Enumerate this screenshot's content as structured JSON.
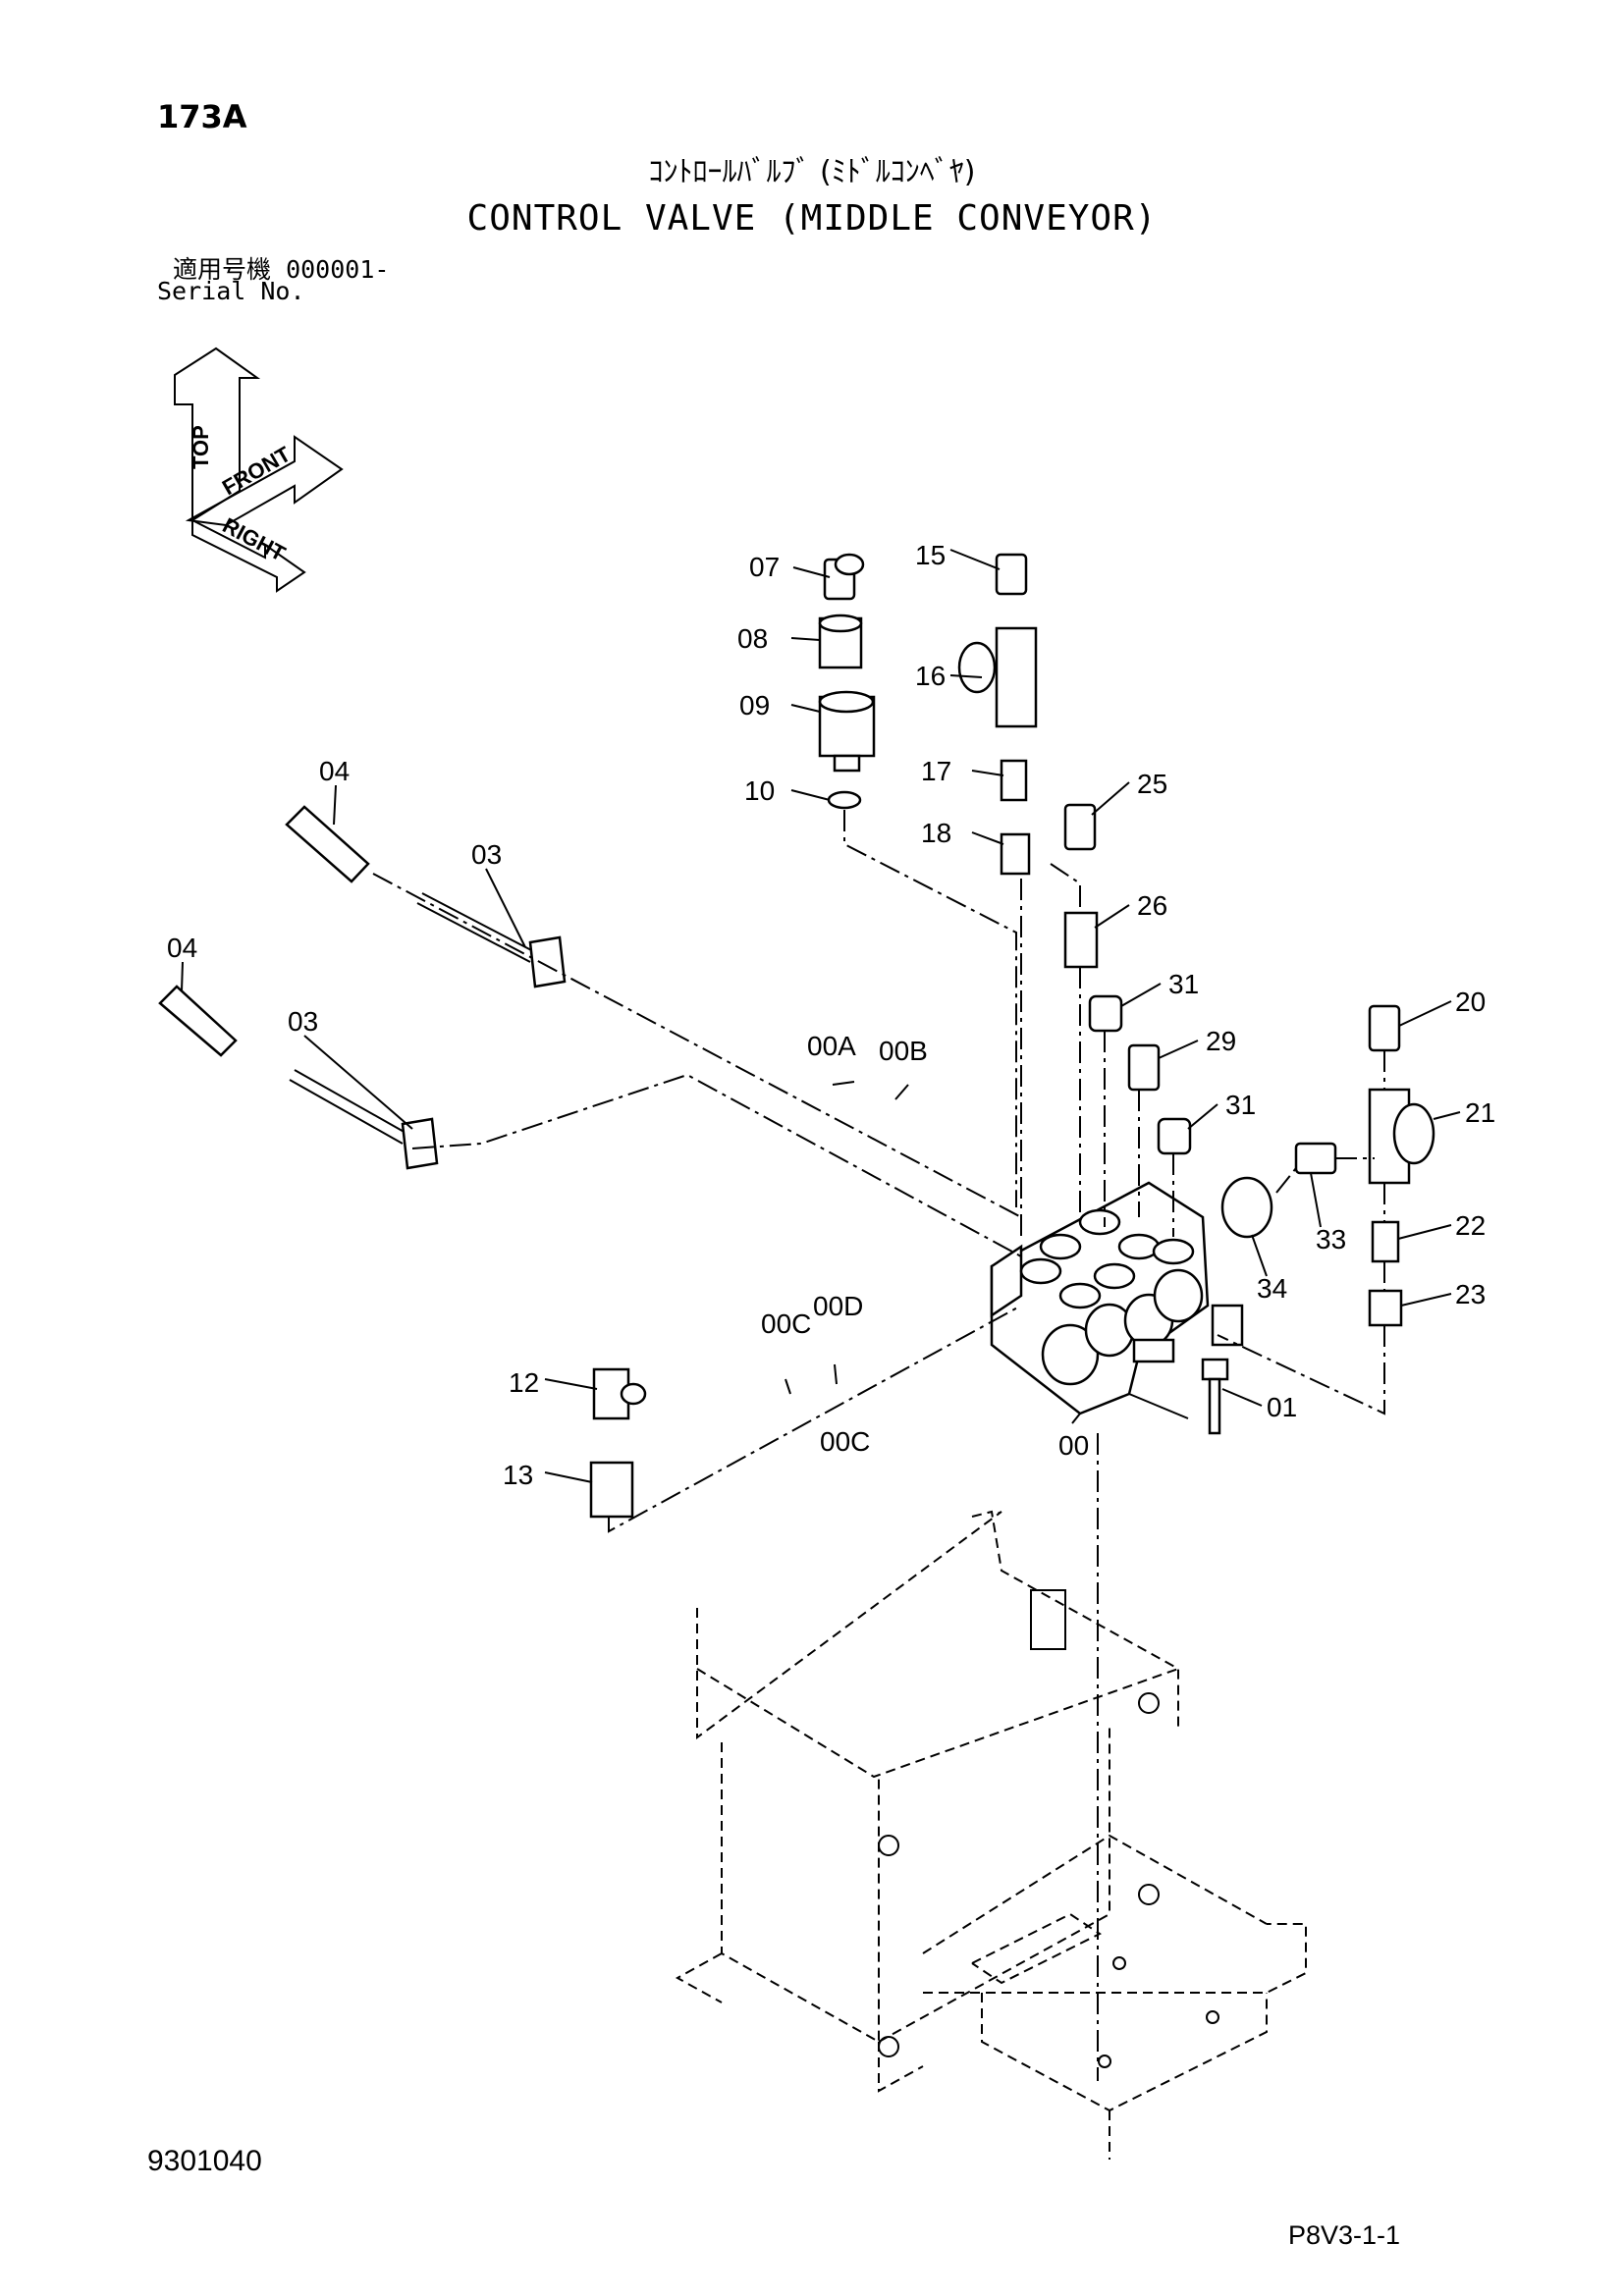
{
  "header": {
    "page_number": "173A",
    "title_jp": "ｺﾝﾄﾛｰﾙﾊﾞﾙﾌﾞ (ﾐﾄﾞﾙｺﾝﾍﾞﾔ)",
    "title_en": "CONTROL VALVE (MIDDLE CONVEYOR)",
    "serial_label_jp": "適用号機",
    "serial_value": "000001-",
    "serial_label_en": "Serial No."
  },
  "orientation": {
    "top": "TOP",
    "front": "FRONT",
    "right": "RIGHT"
  },
  "callouts": [
    {
      "id": "07"
    },
    {
      "id": "08"
    },
    {
      "id": "09"
    },
    {
      "id": "10"
    },
    {
      "id": "15"
    },
    {
      "id": "16"
    },
    {
      "id": "17"
    },
    {
      "id": "18"
    },
    {
      "id": "25"
    },
    {
      "id": "26"
    },
    {
      "id": "31"
    },
    {
      "id": "29"
    },
    {
      "id": "31"
    },
    {
      "id": "20"
    },
    {
      "id": "21"
    },
    {
      "id": "22"
    },
    {
      "id": "23"
    },
    {
      "id": "33"
    },
    {
      "id": "34"
    },
    {
      "id": "04"
    },
    {
      "id": "03"
    },
    {
      "id": "04"
    },
    {
      "id": "03"
    },
    {
      "id": "00A"
    },
    {
      "id": "00B"
    },
    {
      "id": "00C"
    },
    {
      "id": "00D"
    },
    {
      "id": "00C"
    },
    {
      "id": "12"
    },
    {
      "id": "13"
    },
    {
      "id": "00"
    },
    {
      "id": "01"
    }
  ],
  "footer": {
    "drawing_number": "9301040",
    "sheet_code": "P8V3-1-1"
  }
}
